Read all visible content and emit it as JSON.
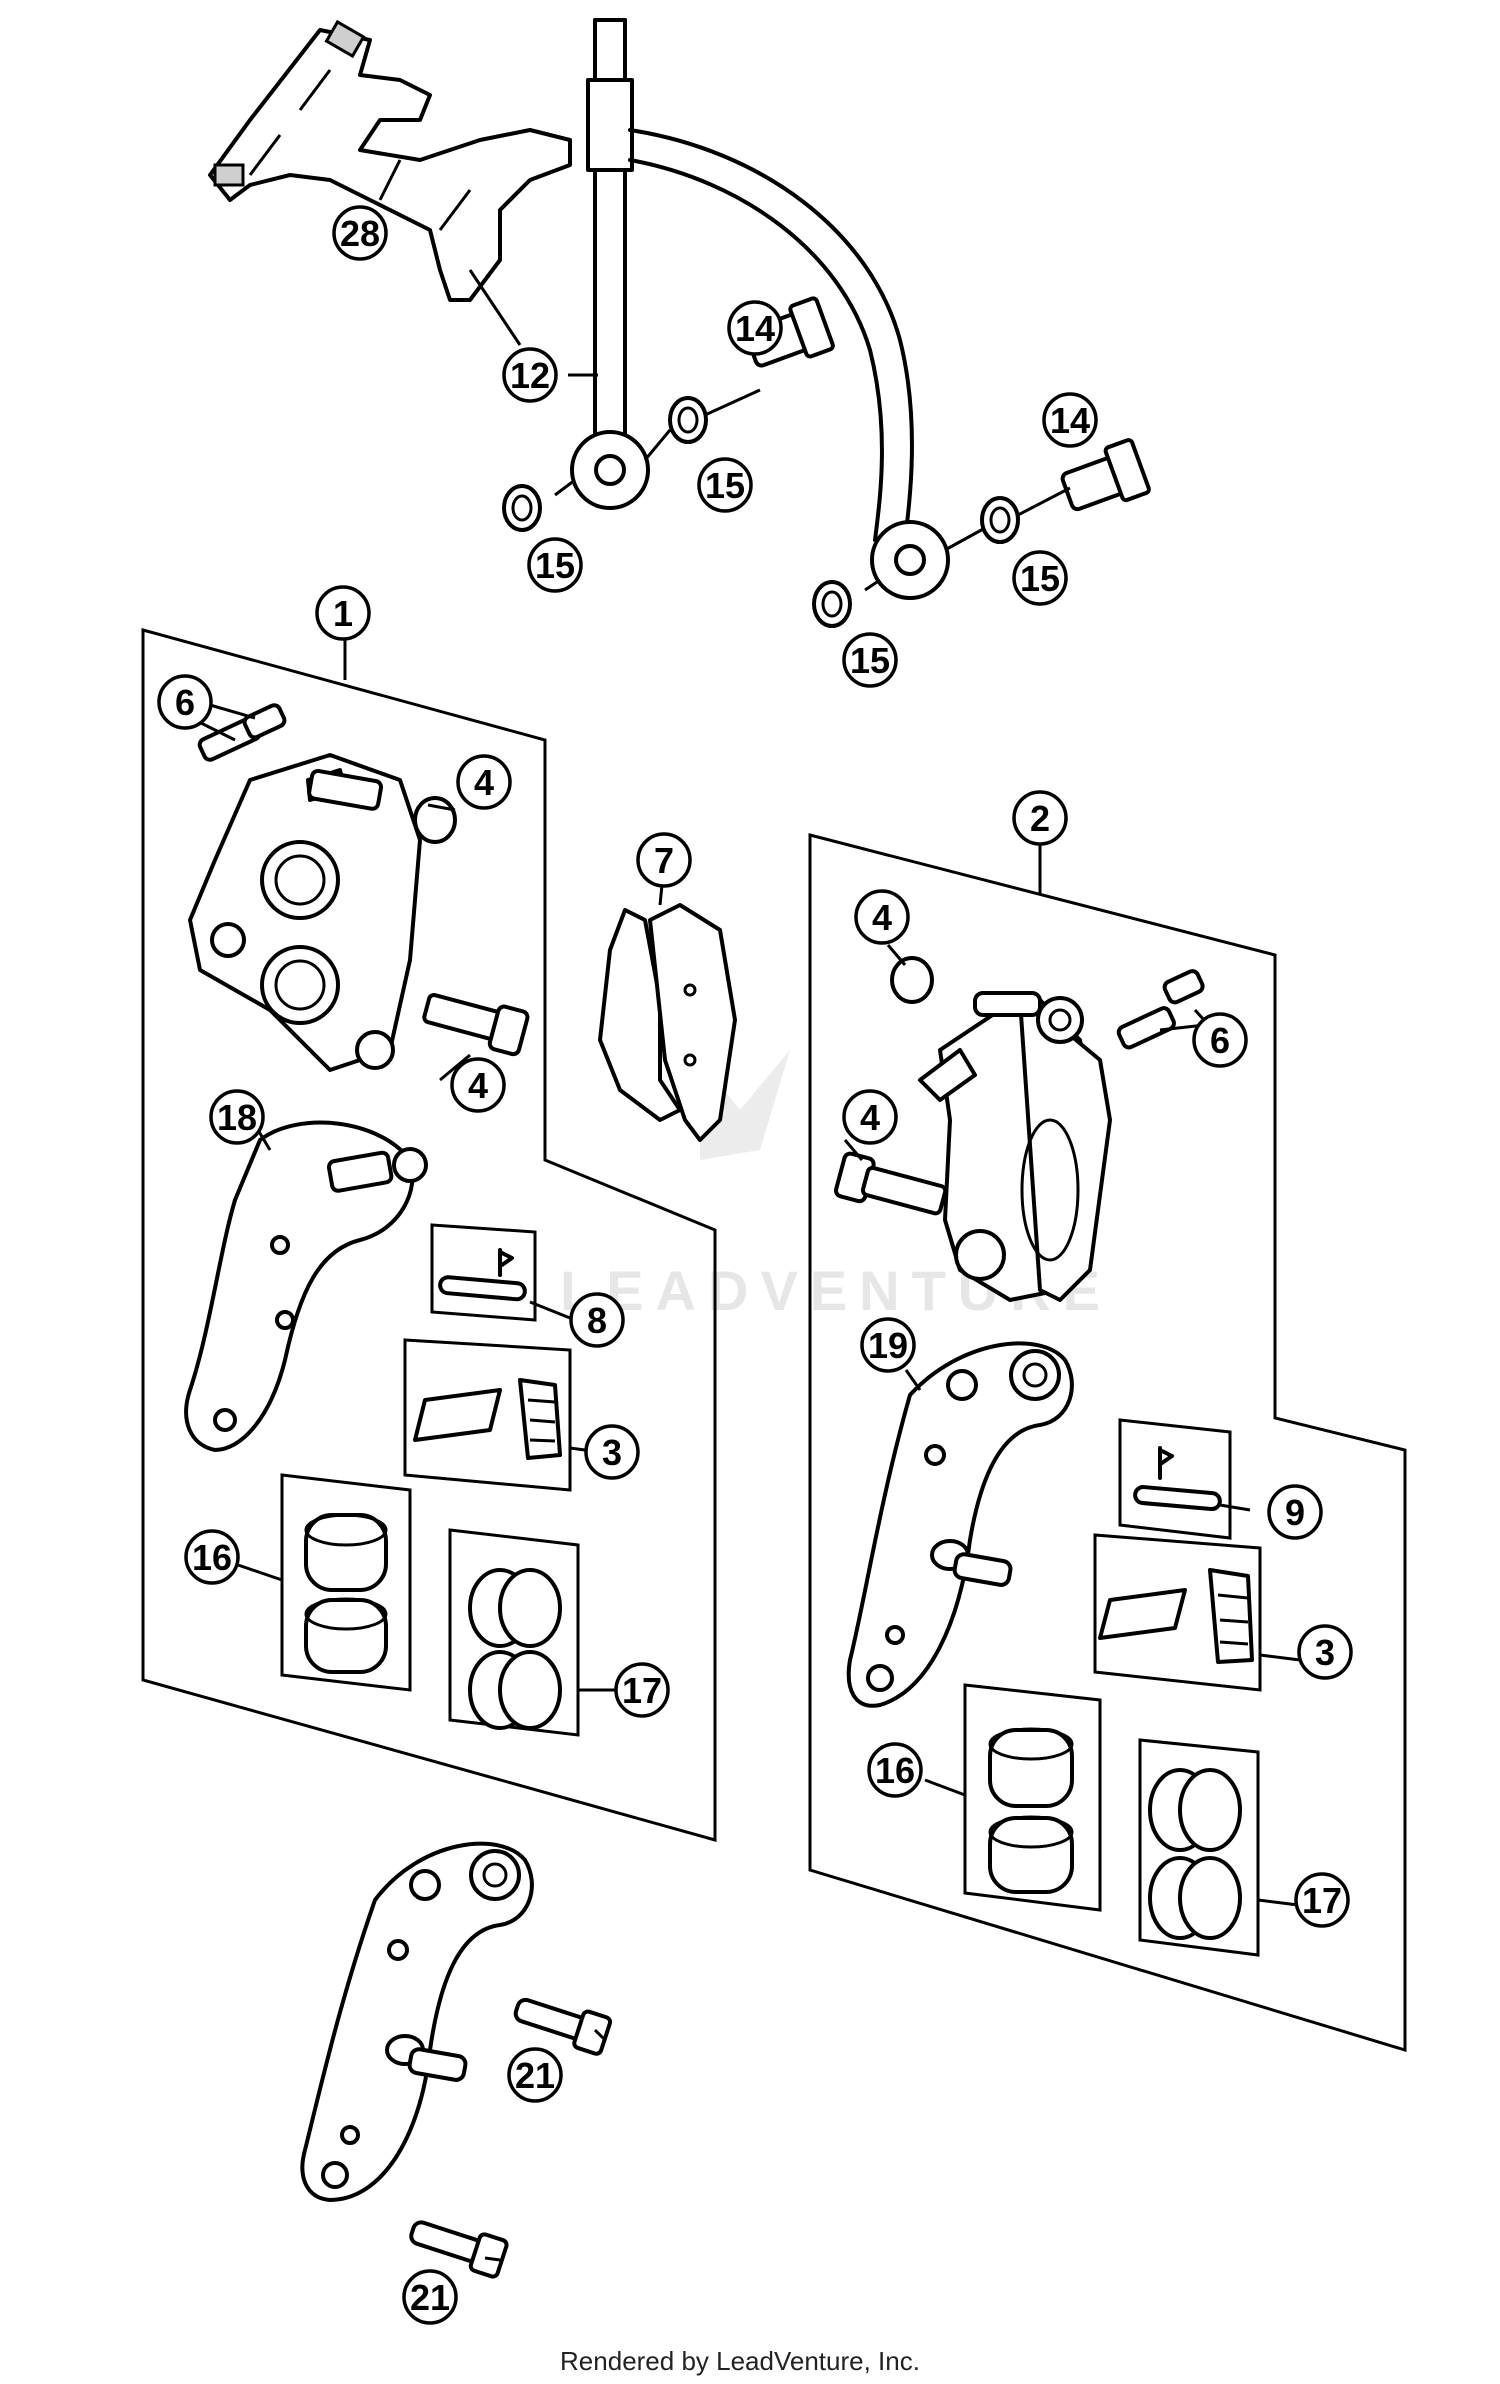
{
  "footer": {
    "credit": "Rendered by LeadVenture, Inc."
  },
  "watermark": {
    "text": "LEADVENTURE"
  },
  "callouts": [
    {
      "id": "c28",
      "label": "28",
      "cx": 0,
      "cy": 0
    },
    {
      "id": "c12",
      "label": "12"
    },
    {
      "id": "c14a",
      "label": "14"
    },
    {
      "id": "c14b",
      "label": "14"
    },
    {
      "id": "c15a",
      "label": "15"
    },
    {
      "id": "c15b",
      "label": "15"
    },
    {
      "id": "c15c",
      "label": "15"
    },
    {
      "id": "c15d",
      "label": "15"
    },
    {
      "id": "c1",
      "label": "1"
    },
    {
      "id": "c2",
      "label": "2"
    },
    {
      "id": "c6a",
      "label": "6"
    },
    {
      "id": "c6b",
      "label": "6"
    },
    {
      "id": "c4a",
      "label": "4"
    },
    {
      "id": "c4b",
      "label": "4"
    },
    {
      "id": "c4c",
      "label": "4"
    },
    {
      "id": "c4d",
      "label": "4"
    },
    {
      "id": "c7",
      "label": "7"
    },
    {
      "id": "c18",
      "label": "18"
    },
    {
      "id": "c19",
      "label": "19"
    },
    {
      "id": "c8",
      "label": "8"
    },
    {
      "id": "c9",
      "label": "9"
    },
    {
      "id": "c3a",
      "label": "3"
    },
    {
      "id": "c3b",
      "label": "3"
    },
    {
      "id": "c16a",
      "label": "16"
    },
    {
      "id": "c16b",
      "label": "16"
    },
    {
      "id": "c17a",
      "label": "17"
    },
    {
      "id": "c17b",
      "label": "17"
    },
    {
      "id": "c21a",
      "label": "21"
    },
    {
      "id": "c21b",
      "label": "21"
    }
  ]
}
